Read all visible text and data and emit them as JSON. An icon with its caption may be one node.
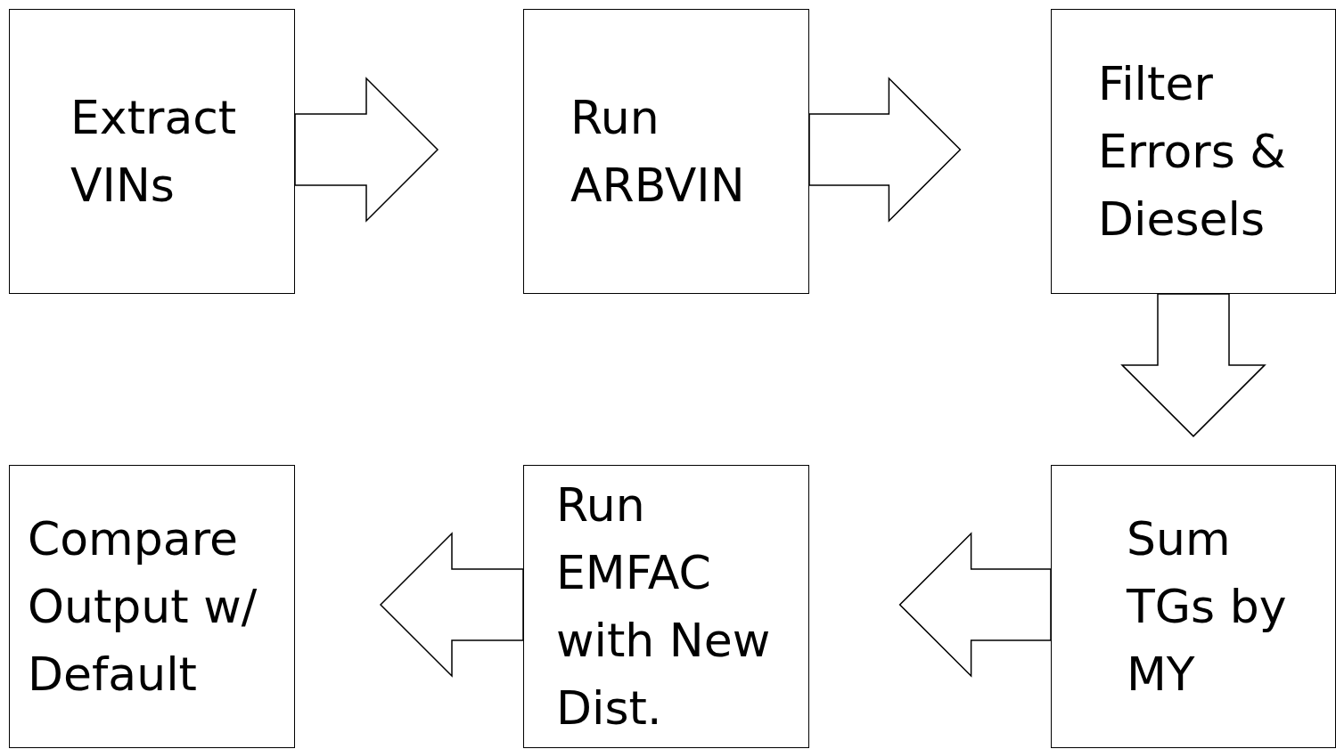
{
  "diagram": {
    "nodes": [
      {
        "text": [
          "Extract VINs"
        ]
      },
      {
        "text": [
          "Run ARBVIN"
        ]
      },
      {
        "text": [
          "Filter Errors & Diesels"
        ]
      },
      {
        "text": [
          "Compare Output w/ Default"
        ]
      },
      {
        "text": [
          "Run EMFAC with New Dist."
        ]
      },
      {
        "text": [
          "Sum TGs by MY"
        ]
      }
    ],
    "edges": [
      {
        "from": 0,
        "to": 1,
        "arrow": "to"
      },
      {
        "from": 1,
        "to": 2,
        "arrow": "to"
      },
      {
        "from": 2,
        "to": 5,
        "arrow": "to"
      },
      {
        "from": 5,
        "to": 4,
        "arrow": "to"
      },
      {
        "from": 4,
        "to": 3,
        "arrow": "to"
      }
    ]
  }
}
